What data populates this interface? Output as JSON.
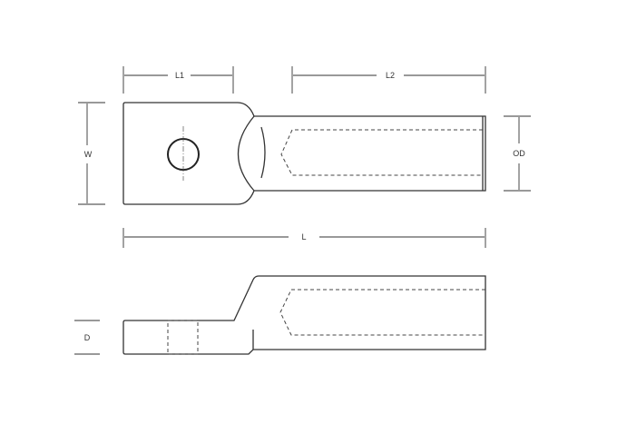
{
  "dimensions": {
    "l1": "L1",
    "l2": "L2",
    "w": "W",
    "od": "OD",
    "l": "L",
    "d": "D"
  }
}
